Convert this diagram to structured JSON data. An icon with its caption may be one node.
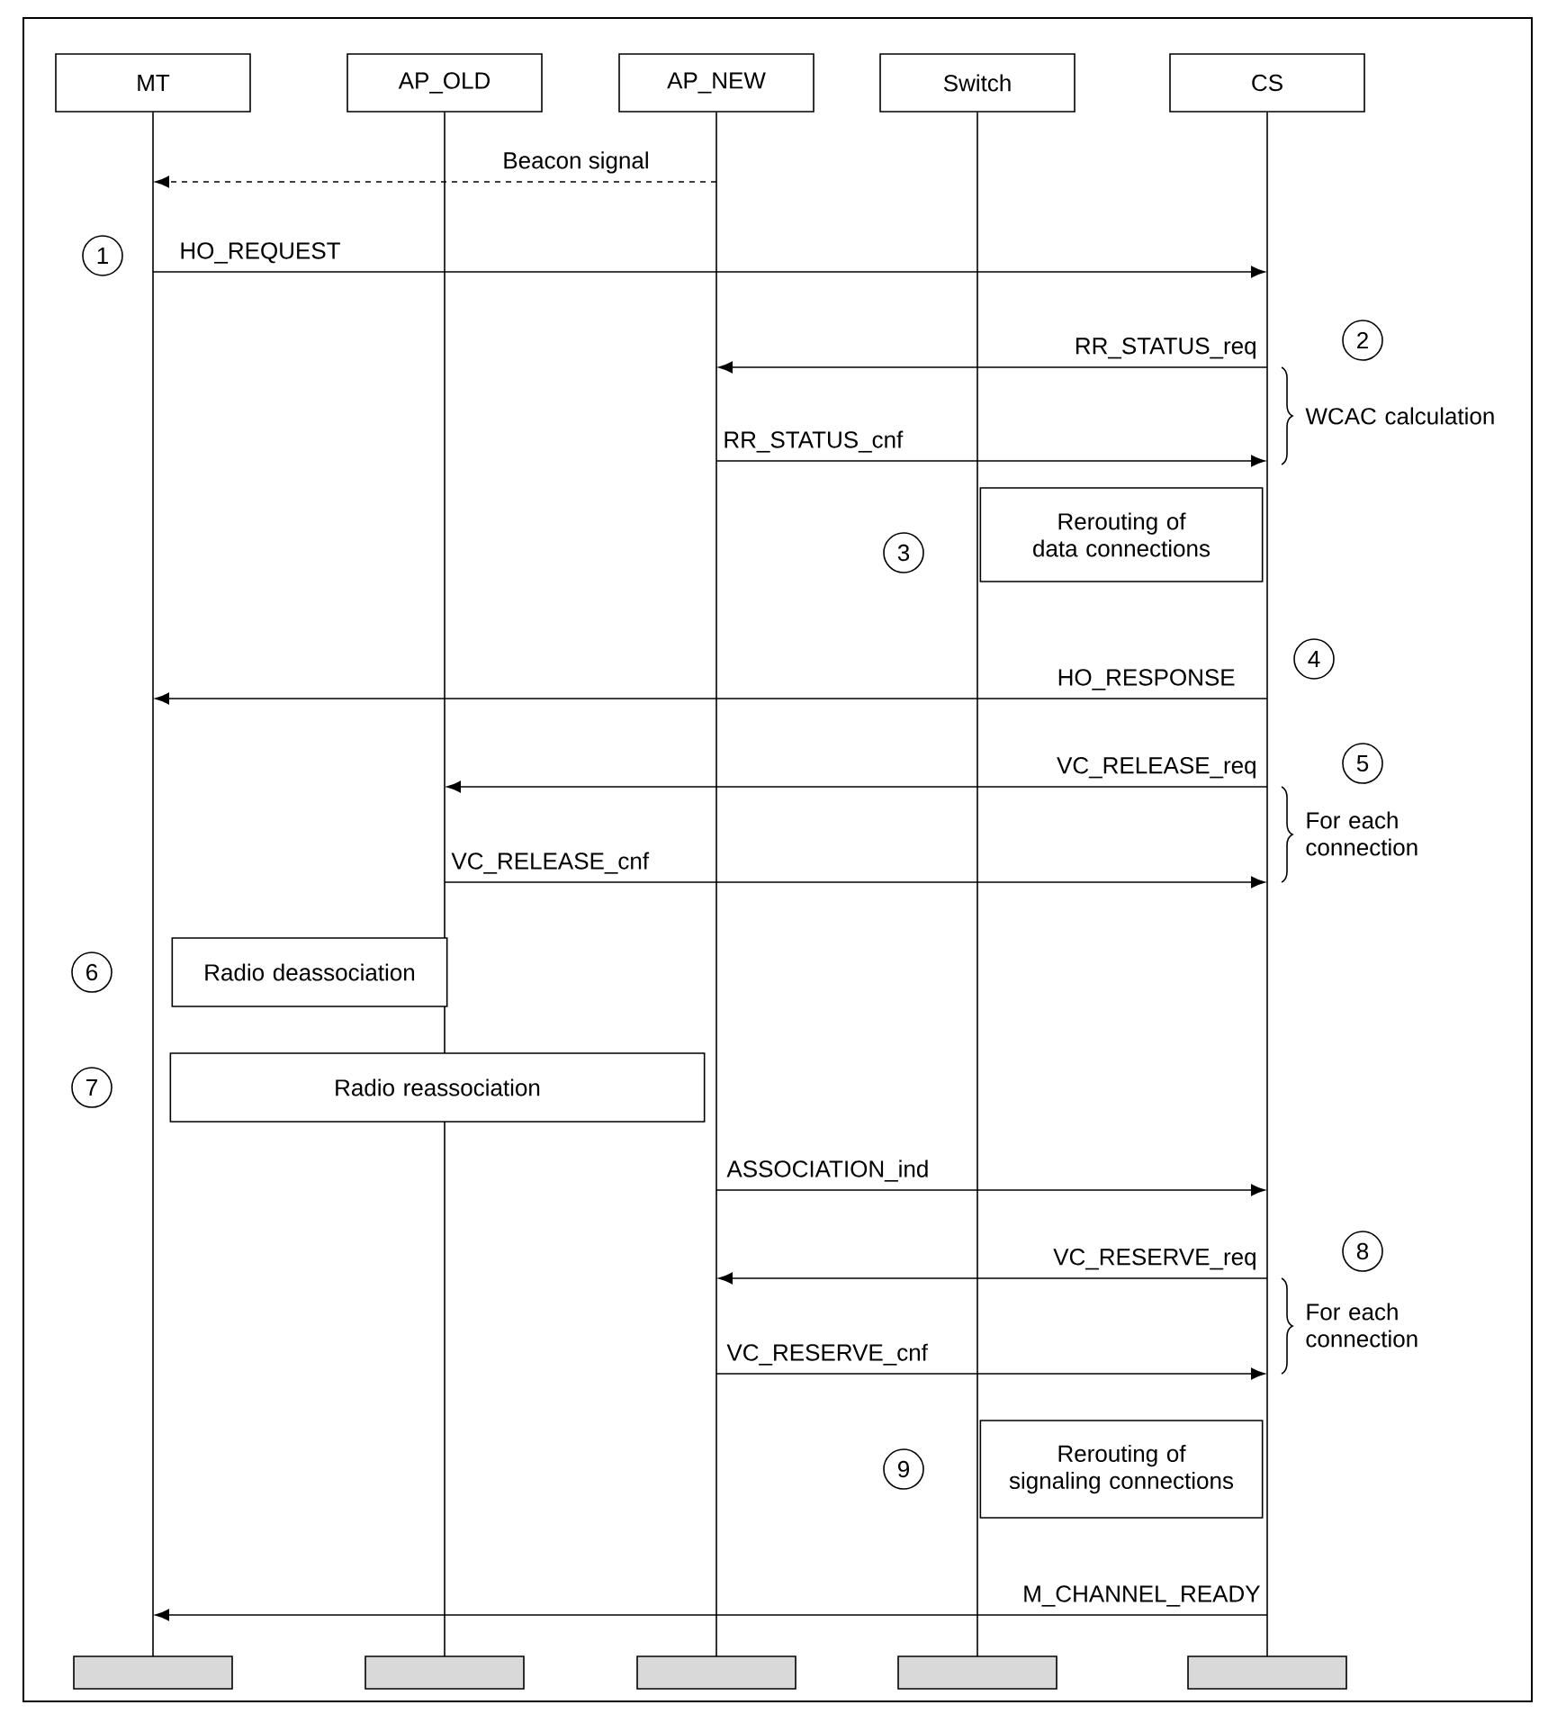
{
  "diagram": {
    "nodes": [
      {
        "text": [
          "MT"
        ]
      },
      {
        "text": [
          "AP_OLD"
        ]
      },
      {
        "text": [
          "AP_NEW"
        ]
      },
      {
        "text": [
          "Switch"
        ]
      },
      {
        "text": [
          "CS"
        ]
      },
      {
        "text": [],
        "shape": "line"
      },
      {
        "text": [],
        "shape": "line"
      },
      {
        "text": [],
        "shape": "line"
      },
      {
        "text": [],
        "shape": "line"
      },
      {
        "text": [],
        "shape": "line"
      },
      {
        "text": [
          "1"
        ]
      },
      {
        "text": [
          "2"
        ]
      },
      {
        "text": [
          "Rerouting of data connections"
        ]
      },
      {
        "text": [
          "3"
        ]
      },
      {
        "text": [
          "4"
        ]
      },
      {
        "text": [
          "5"
        ]
      },
      {
        "text": [
          "6"
        ]
      },
      {
        "text": [
          "Radio deassociation"
        ]
      },
      {
        "text": [
          "7"
        ]
      },
      {
        "text": [
          "Radio reassociation"
        ]
      },
      {
        "text": [
          "8"
        ]
      },
      {
        "text": [
          "9"
        ]
      },
      {
        "text": [
          "Rerouting of signaling connections"
        ]
      },
      {
        "text": [],
        "shape": "bar"
      },
      {
        "text": [],
        "shape": "bar"
      },
      {
        "text": [],
        "shape": "bar"
      },
      {
        "text": [],
        "shape": "bar"
      },
      {
        "text": [],
        "shape": "bar"
      }
    ],
    "edges": [
      {
        "from": 7,
        "to": 5,
        "arrow": "to",
        "label": "Beacon signal",
        "style": "dashed"
      },
      {
        "from": 5,
        "to": 9,
        "arrow": "to",
        "label": "HO_REQUEST"
      },
      {
        "from": 9,
        "to": 7,
        "arrow": "to",
        "label": "RR_STATUS_req"
      },
      {
        "from": 7,
        "to": 9,
        "arrow": "to",
        "label": "RR_STATUS_cnf"
      },
      {
        "from": 9,
        "to": 5,
        "arrow": "to",
        "label": "HO_RESPONSE"
      },
      {
        "from": 9,
        "to": 6,
        "arrow": "to",
        "label": "VC_RELEASE_req"
      },
      {
        "from": 6,
        "to": 9,
        "arrow": "to",
        "label": "VC_RELEASE_cnf"
      },
      {
        "from": 7,
        "to": 9,
        "arrow": "to",
        "label": "ASSOCIATION_ind"
      },
      {
        "from": 9,
        "to": 7,
        "arrow": "to",
        "label": "VC_RESERVE_req"
      },
      {
        "from": 7,
        "to": 9,
        "arrow": "to",
        "label": "VC_RESERVE_cnf"
      },
      {
        "from": 9,
        "to": 5,
        "arrow": "to",
        "label": "M_CHANNEL_READY"
      }
    ],
    "labels": [
      "WCAC calculation",
      "For each connection",
      "For each connection"
    ]
  }
}
